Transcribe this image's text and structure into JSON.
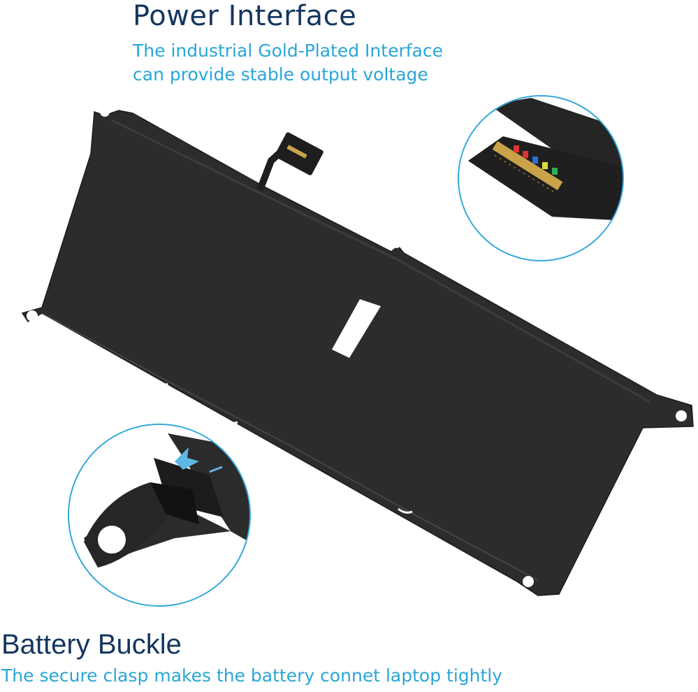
{
  "power": {
    "title": "Power Interface",
    "line1": "The industrial Gold-Plated Interface",
    "line2": "can provide stable output voltage"
  },
  "buckle": {
    "title": "Battery Buckle",
    "line1": "The secure clasp makes the battery connet laptop tightly"
  },
  "colors": {
    "title": "#14365f",
    "subtitle": "#2aa6d6",
    "battery": "#2b2b2b",
    "circle_border": "#35a8d8"
  }
}
